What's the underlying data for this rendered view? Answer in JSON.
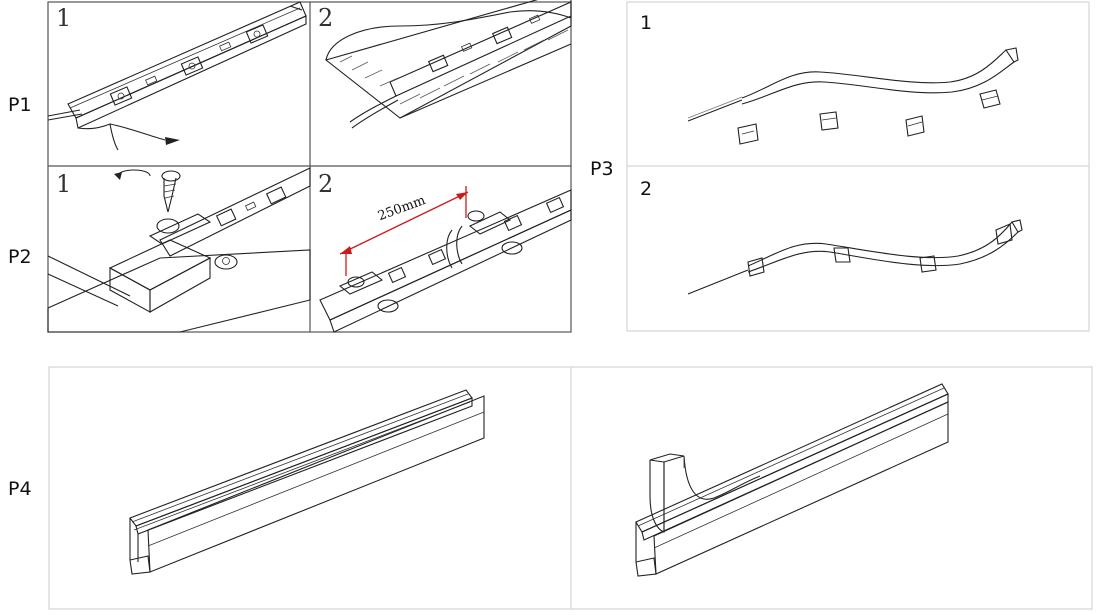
{
  "labels": {
    "p1": "P1",
    "p2": "P2",
    "p3": "P3",
    "p4": "P4"
  },
  "steps": {
    "p1_step1": "1",
    "p1_step2": "2",
    "p2_step1": "1",
    "p2_step2": "2",
    "p3_step1": "1",
    "p3_step2": "2"
  },
  "annotations": {
    "spacing": "250mm"
  },
  "colors": {
    "line": "#222222",
    "border": "#cccccc",
    "dimension": "#d01818"
  },
  "icons": {
    "rotate": "rotate-arrow-icon",
    "screw": "screw-icon"
  }
}
